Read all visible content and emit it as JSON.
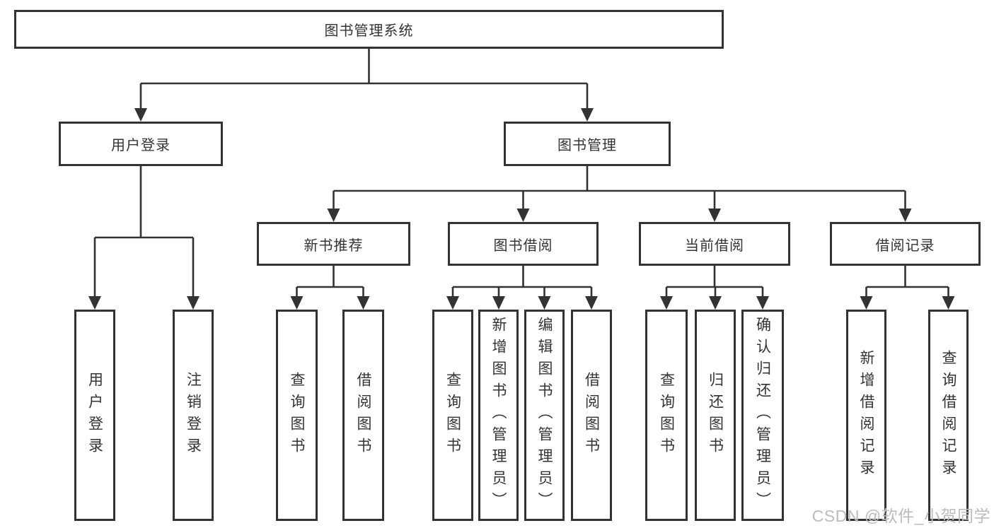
{
  "colors": {
    "line": "#333333",
    "text": "#333333",
    "box_background": "#ffffff",
    "watermark": "#bcbcbc",
    "background": "#ffffff"
  },
  "diagram": {
    "type": "tree",
    "root": {
      "label": "图书管理系统",
      "children": [
        {
          "label": "用户登录",
          "children": [
            {
              "label": "用户登录"
            },
            {
              "label": "注销登录"
            }
          ]
        },
        {
          "label": "图书管理",
          "children": [
            {
              "label": "新书推荐",
              "children": [
                {
                  "label": "查询图书"
                },
                {
                  "label": "借阅图书"
                }
              ]
            },
            {
              "label": "图书借阅",
              "children": [
                {
                  "label": "查询图书"
                },
                {
                  "label": "新增图书（管理员）"
                },
                {
                  "label": "编辑图书（管理员）"
                },
                {
                  "label": "借阅图书"
                }
              ]
            },
            {
              "label": "当前借阅",
              "children": [
                {
                  "label": "查询图书"
                },
                {
                  "label": "归还图书"
                },
                {
                  "label": "确认归还（管理员）"
                }
              ]
            },
            {
              "label": "借阅记录",
              "children": [
                {
                  "label": "新增借阅记录"
                },
                {
                  "label": "查询借阅记录"
                }
              ]
            }
          ]
        }
      ]
    }
  },
  "watermark": {
    "text": "CSDN @软件_小贺同学"
  }
}
